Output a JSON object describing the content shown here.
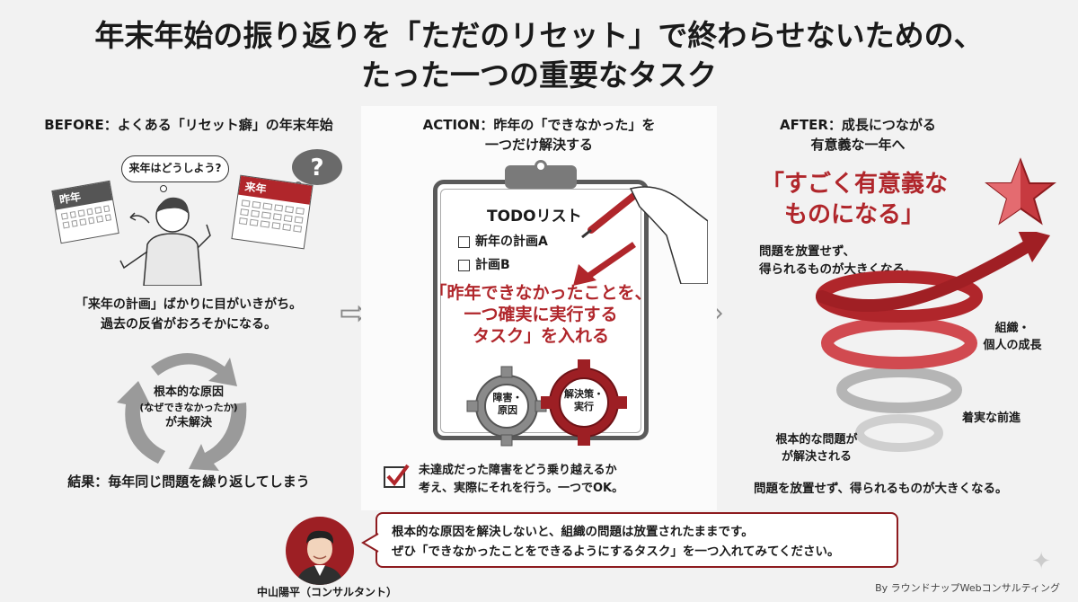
{
  "title": {
    "line1": "年末年始の振り返りを「ただのリセット」で終わらせないための、",
    "line2": "たった一つの重要なタスク"
  },
  "before": {
    "heading": "BEFORE：よくある「リセット癖」の年末年始",
    "speech_bubble": "来年はどうしよう?",
    "calendar_left": "昨年",
    "calendar_right": "来年",
    "text_line1": "「来年の計画」ばかりに目がいきがち。",
    "text_line2": "過去の反省がおろそかになる。",
    "cycle_line1": "根本的な原因",
    "cycle_line2": "(なぜできなかったか)",
    "cycle_line3": "が未解決",
    "result": "結果：毎年同じ問題を繰り返してしまう"
  },
  "action": {
    "heading_line1": "ACTION：昨年の「できなかった」を",
    "heading_line2": "一つだけ解決する",
    "todo_title": "TODOリスト",
    "todo_items": [
      "新年の計画A",
      "計画B"
    ],
    "emphasis_line1": "「昨年できなかったことを、",
    "emphasis_line2": "一つ確実に実行する",
    "emphasis_line3": "タスク」を入れる",
    "gear_left_line1": "障害・",
    "gear_left_line2": "原因",
    "gear_right_line1": "解決策・",
    "gear_right_line2": "実行",
    "check_line1": "未達成だった障害をどう乗り越えるか",
    "check_line2": "考え、実際にそれを行う。一つでOK。"
  },
  "after": {
    "heading_line1": "AFTER：成長につながる",
    "heading_line2": "有意義な一年へ",
    "emphasis_line1": "「すごく有意義な",
    "emphasis_line2": "ものになる」",
    "text1_line1": "問題を放置せず、",
    "text1_line2": "得られるものが大きくなる。",
    "label_growth_line1": "組織・",
    "label_growth_line2": "個人の成長",
    "label_progress": "着実な前進",
    "label_root_line1": "根本的な問題が",
    "label_root_line2": "が解決される",
    "bottom_text": "問題を放置せず、得られるものが大きくなる。"
  },
  "quote": {
    "line1": "根本的な原因を解決しないと、組織の問題は放置されたままです。",
    "line2": "ぜひ「できなかったことをできるようにするタスク」を一つ入れてみてください。"
  },
  "person_name": "中山陽平（コンサルタント）",
  "footer": "By ラウンドナップWebコンサルティング",
  "colors": {
    "accent_red": "#b0262b",
    "dark_red": "#8e1b1f",
    "gray": "#888888"
  }
}
